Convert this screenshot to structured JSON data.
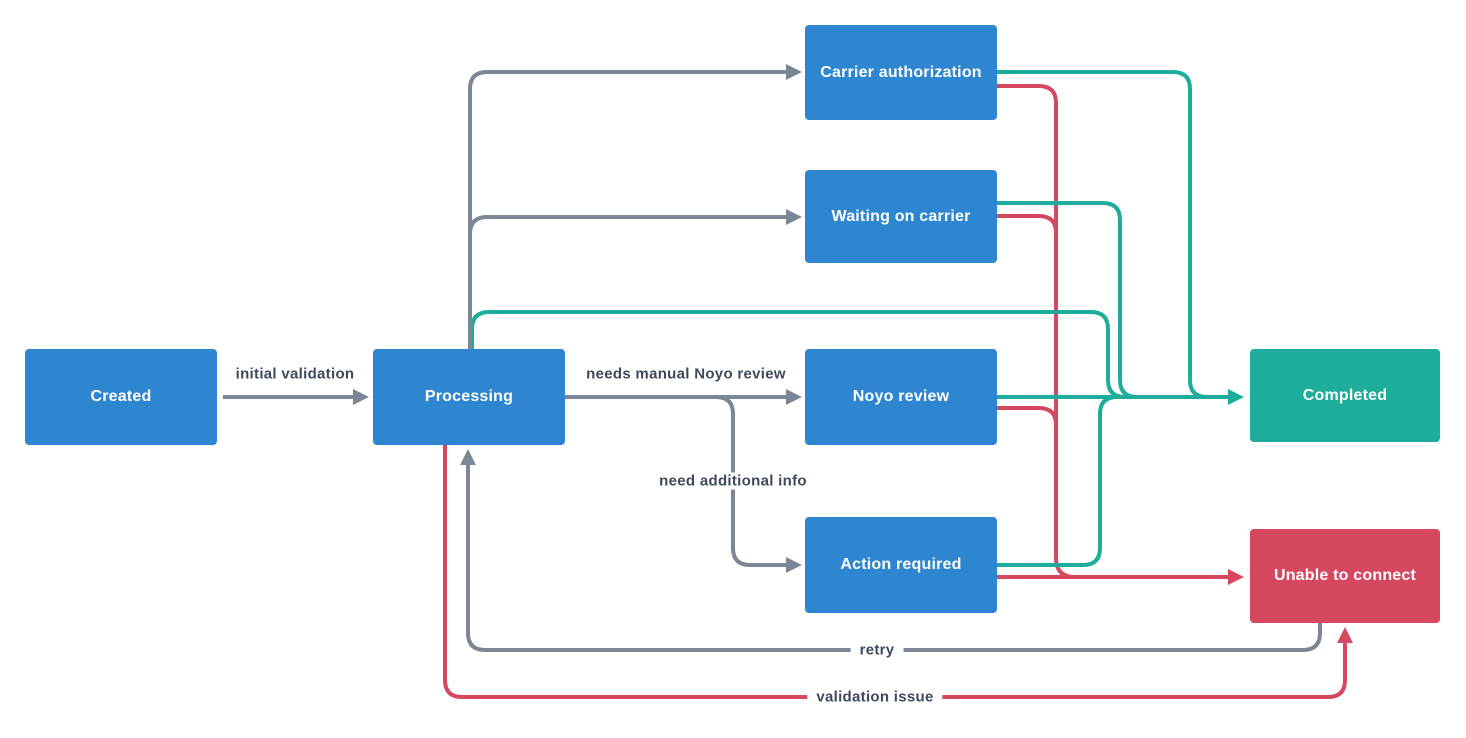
{
  "diagram": {
    "colors": {
      "background": "#ffffff",
      "node_blue": "#2e86d1",
      "node_green": "#1fad9b",
      "node_red": "#d5485f",
      "node_text": "#ffffff",
      "edge_gray": "#7c8795",
      "edge_green": "#1fad9b",
      "edge_red": "#d5485f",
      "label_text": "#3d4a5e"
    },
    "nodes": [
      {
        "id": "created",
        "label": "Created",
        "color": "blue"
      },
      {
        "id": "processing",
        "label": "Processing",
        "color": "blue"
      },
      {
        "id": "carrier_authorization",
        "label": "Carrier authorization",
        "color": "blue"
      },
      {
        "id": "waiting_on_carrier",
        "label": "Waiting on carrier",
        "color": "blue"
      },
      {
        "id": "noyo_review",
        "label": "Noyo review",
        "color": "blue"
      },
      {
        "id": "action_required",
        "label": "Action required",
        "color": "blue"
      },
      {
        "id": "completed",
        "label": "Completed",
        "color": "green"
      },
      {
        "id": "unable_to_connect",
        "label": "Unable to connect",
        "color": "red"
      }
    ],
    "edge_labels": {
      "initial_validation": "initial validation",
      "needs_manual_noyo_review": "needs manual Noyo review",
      "need_additional_info": "need additional info",
      "retry": "retry",
      "validation_issue": "validation issue"
    },
    "edges": [
      {
        "from": "created",
        "to": "processing",
        "color": "gray",
        "label": "initial validation"
      },
      {
        "from": "processing",
        "to": "carrier_authorization",
        "color": "gray"
      },
      {
        "from": "processing",
        "to": "waiting_on_carrier",
        "color": "gray"
      },
      {
        "from": "processing",
        "to": "noyo_review",
        "color": "gray",
        "label": "needs manual Noyo review"
      },
      {
        "from": "processing",
        "to": "action_required",
        "color": "gray",
        "label": "need additional info"
      },
      {
        "from": "processing",
        "to": "completed",
        "color": "green"
      },
      {
        "from": "carrier_authorization",
        "to": "completed",
        "color": "green"
      },
      {
        "from": "waiting_on_carrier",
        "to": "completed",
        "color": "green"
      },
      {
        "from": "noyo_review",
        "to": "completed",
        "color": "green"
      },
      {
        "from": "action_required",
        "to": "completed",
        "color": "green"
      },
      {
        "from": "carrier_authorization",
        "to": "unable_to_connect",
        "color": "red"
      },
      {
        "from": "waiting_on_carrier",
        "to": "unable_to_connect",
        "color": "red"
      },
      {
        "from": "noyo_review",
        "to": "unable_to_connect",
        "color": "red"
      },
      {
        "from": "action_required",
        "to": "unable_to_connect",
        "color": "red"
      },
      {
        "from": "processing",
        "to": "unable_to_connect",
        "color": "red",
        "label": "validation issue"
      },
      {
        "from": "unable_to_connect",
        "to": "processing",
        "color": "gray",
        "label": "retry"
      }
    ]
  }
}
